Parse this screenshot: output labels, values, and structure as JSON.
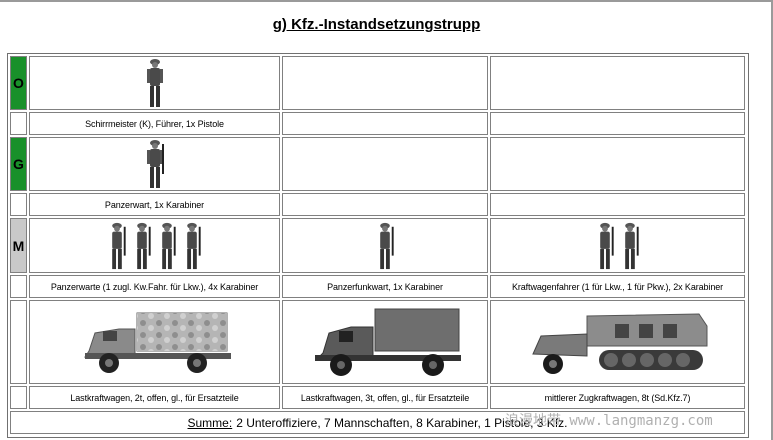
{
  "title": "g) Kfz.-Instandsetzungstrupp",
  "ranks": {
    "o": "O",
    "g": "G",
    "m": "M"
  },
  "rows": {
    "officer": {
      "labels": [
        "Schirrmeister (K), Führer, 1x Pistole",
        "",
        ""
      ]
    },
    "nco": {
      "labels": [
        "Panzerwart, 1x Karabiner",
        "",
        ""
      ]
    },
    "men": {
      "labels": [
        "Panzerwarte (1 zugl. Kw.Fahr. für Lkw.), 4x Karabiner",
        "Panzerfunkwart, 1x Karabiner",
        "Kraftwagenfahrer (1 für Lkw., 1 für Pkw.), 2x Karabiner"
      ]
    },
    "vehicles": {
      "labels": [
        "Lastkraftwagen, 2t, offen, gl., für Ersatzteile",
        "Lastkraftwagen, 3t, offen, gl., für Ersatzteile",
        "mittlerer Zugkraftwagen, 8t (Sd.Kfz.7)"
      ]
    }
  },
  "summary": {
    "prefix": "Summe:",
    "text": "2 Unteroffiziere, 7 Mannschaften, 8 Karabiner, 1 Pistole, 3 Kfz."
  },
  "watermark": "浪漫地带 www.langmanzg.com",
  "colors": {
    "officer_nco": "#19902a",
    "men": "#c9c9c9"
  }
}
